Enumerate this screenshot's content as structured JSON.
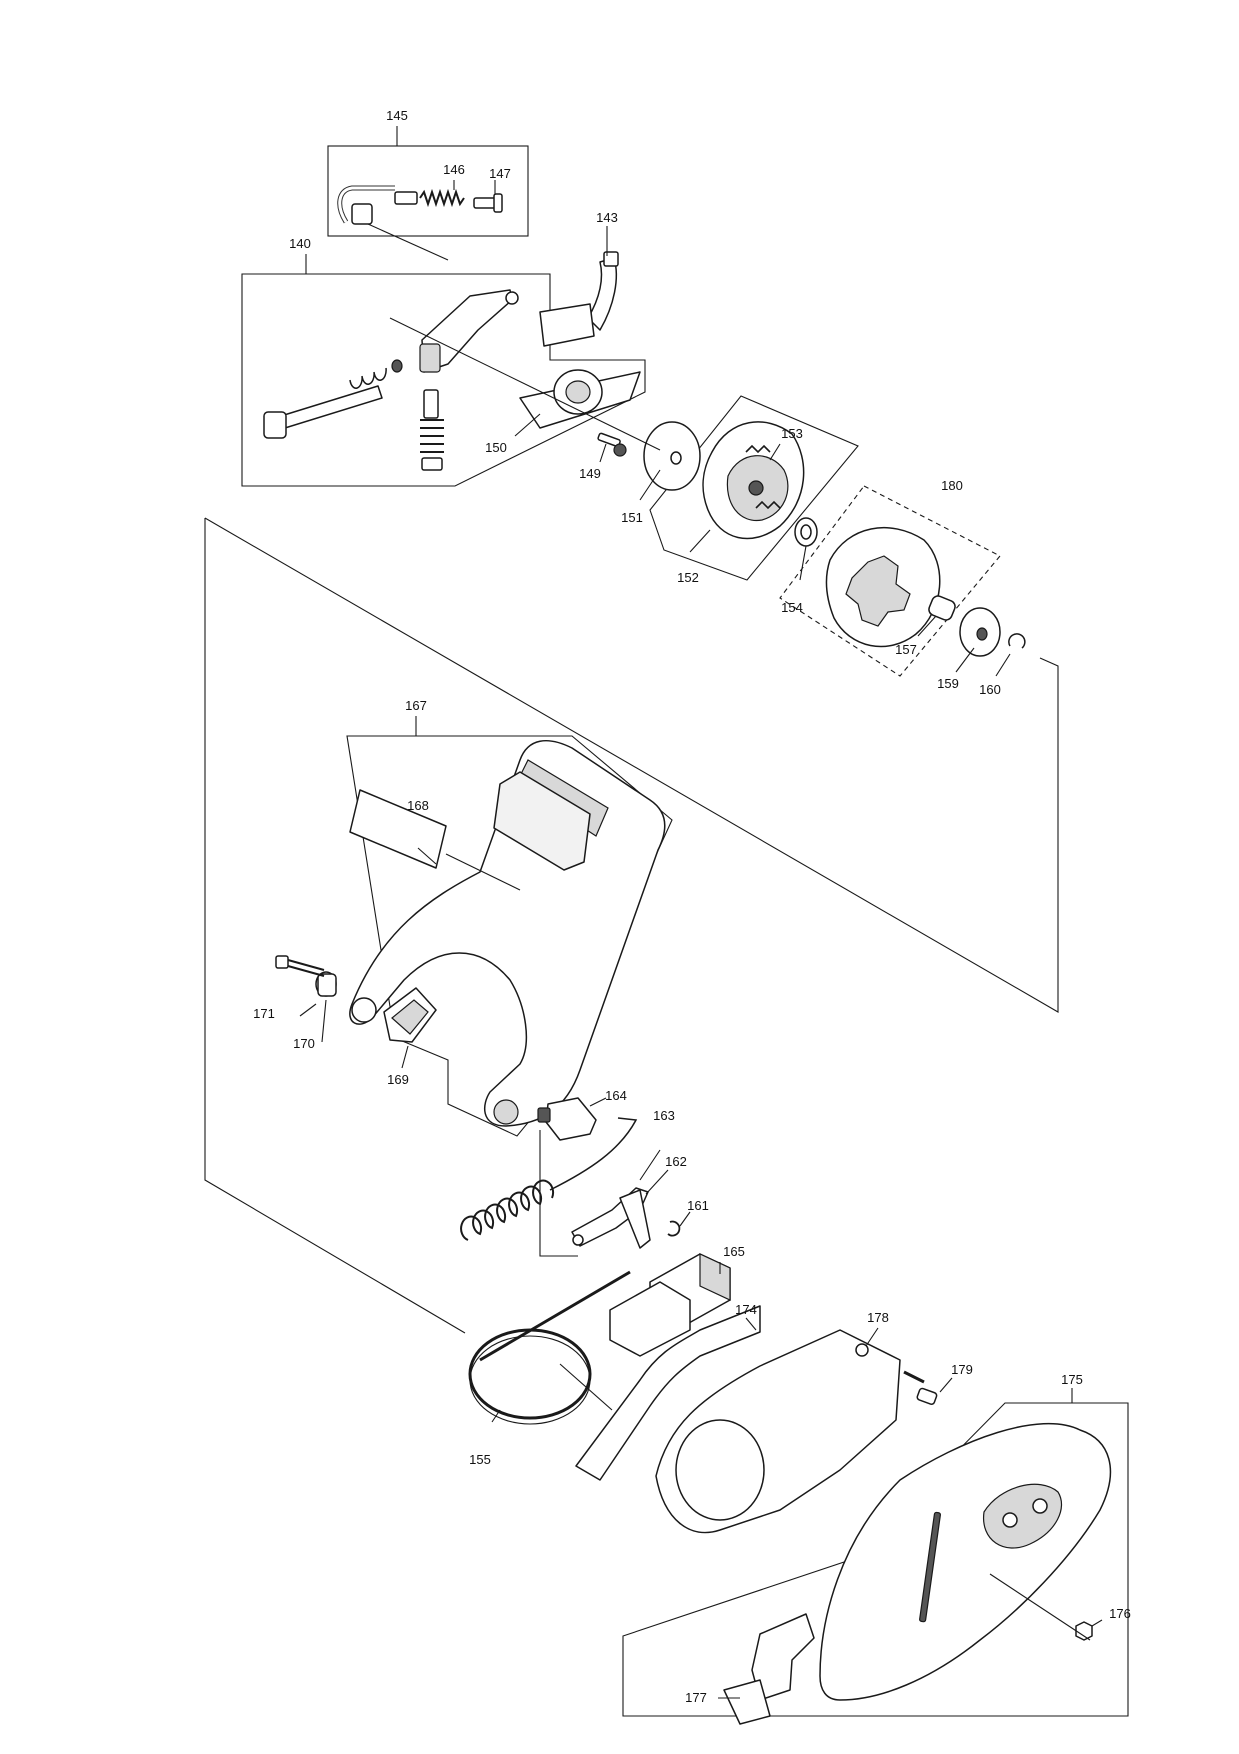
{
  "diagram": {
    "parts": [
      {
        "id": "p140",
        "number": "140"
      },
      {
        "id": "p143",
        "number": "143"
      },
      {
        "id": "p145",
        "number": "145"
      },
      {
        "id": "p146",
        "number": "146"
      },
      {
        "id": "p147",
        "number": "147"
      },
      {
        "id": "p149",
        "number": "149"
      },
      {
        "id": "p150",
        "number": "150"
      },
      {
        "id": "p151",
        "number": "151"
      },
      {
        "id": "p152",
        "number": "152"
      },
      {
        "id": "p153",
        "number": "153"
      },
      {
        "id": "p154",
        "number": "154"
      },
      {
        "id": "p155",
        "number": "155"
      },
      {
        "id": "p157",
        "number": "157"
      },
      {
        "id": "p159",
        "number": "159"
      },
      {
        "id": "p160",
        "number": "160"
      },
      {
        "id": "p161",
        "number": "161"
      },
      {
        "id": "p162",
        "number": "162"
      },
      {
        "id": "p163",
        "number": "163"
      },
      {
        "id": "p164",
        "number": "164"
      },
      {
        "id": "p165",
        "number": "165"
      },
      {
        "id": "p167",
        "number": "167"
      },
      {
        "id": "p168",
        "number": "168"
      },
      {
        "id": "p169",
        "number": "169"
      },
      {
        "id": "p170",
        "number": "170"
      },
      {
        "id": "p171",
        "number": "171"
      },
      {
        "id": "p174",
        "number": "174"
      },
      {
        "id": "p175",
        "number": "175"
      },
      {
        "id": "p176",
        "number": "176"
      },
      {
        "id": "p177",
        "number": "177"
      },
      {
        "id": "p178",
        "number": "178"
      },
      {
        "id": "p179",
        "number": "179"
      },
      {
        "id": "p180",
        "number": "180"
      }
    ]
  }
}
